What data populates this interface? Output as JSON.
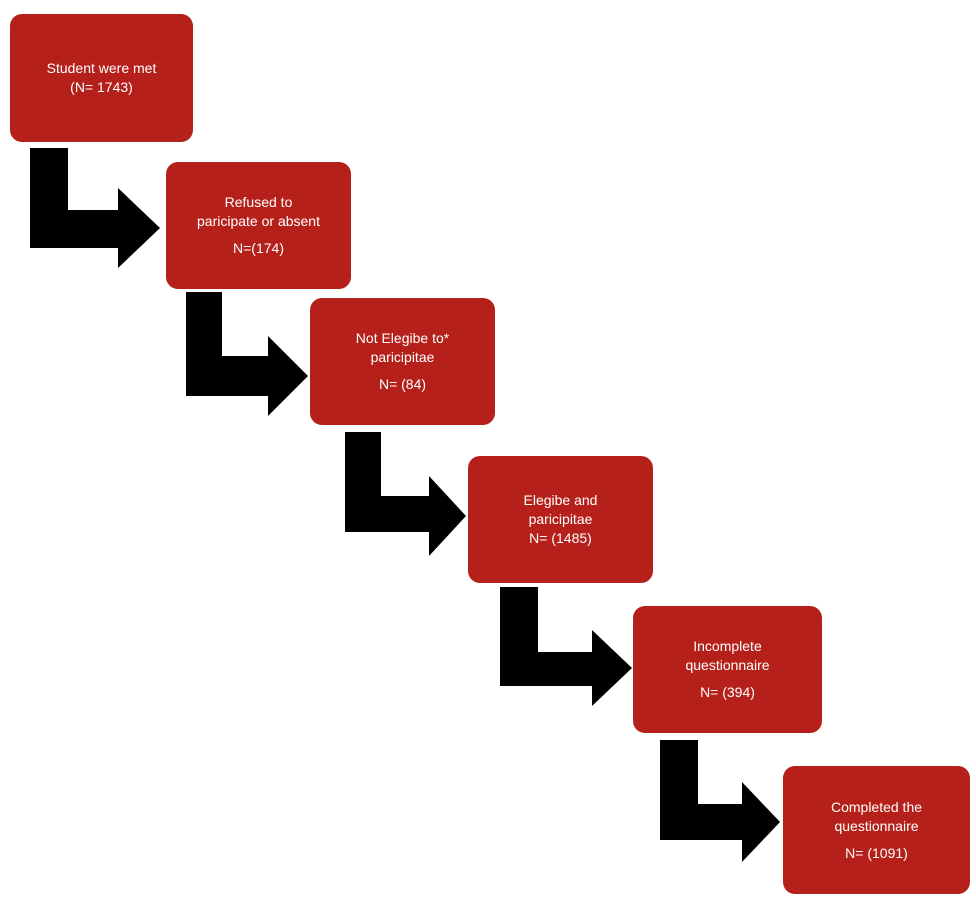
{
  "boxes": [
    {
      "line1": "Student were met",
      "line2": "(N= 1743)"
    },
    {
      "line1": "Refused to",
      "line2": "paricipate or absent",
      "line3": "N=(174)"
    },
    {
      "line1": "Not Elegibe to*",
      "line2": "paricipitae",
      "line3": "N= (84)"
    },
    {
      "line1": "Elegibe and",
      "line2": "paricipitae",
      "line3": "N= (1485)"
    },
    {
      "line1": "Incomplete",
      "line2": "questionnaire",
      "line3": "N= (394)"
    },
    {
      "line1": "Completed the",
      "line2": "questionnaire",
      "line3": "N= (1091)"
    }
  ],
  "colors": {
    "box": "#b5211a",
    "text": "#ffffff",
    "arrow": "#000000"
  }
}
